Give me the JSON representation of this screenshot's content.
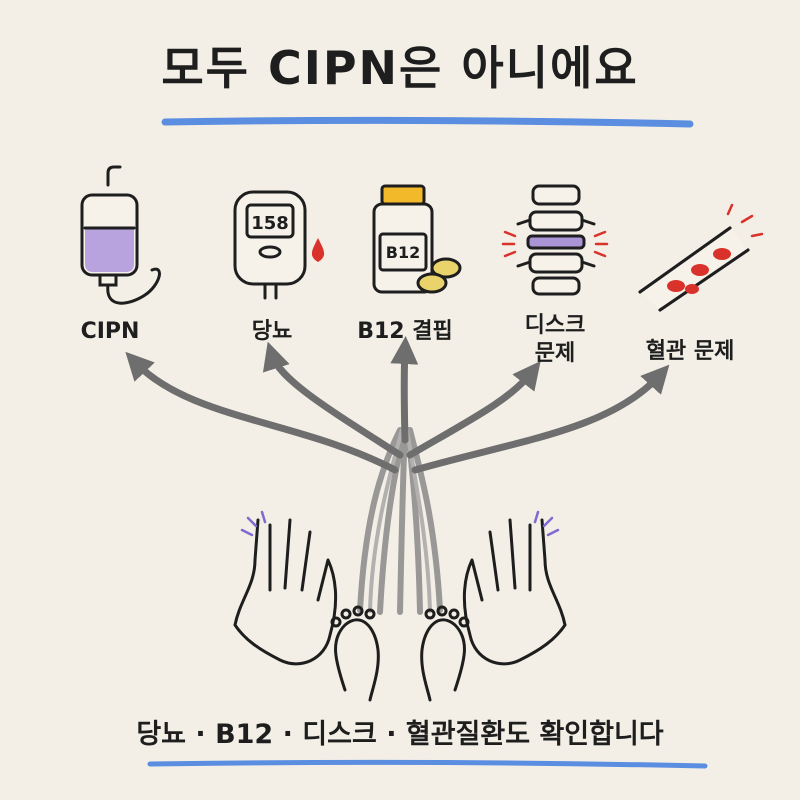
{
  "title": "모두 CIPN은 아니에요",
  "causes": [
    {
      "label": "CIPN",
      "icon": "iv-bag-icon"
    },
    {
      "label": "당뇨",
      "icon": "glucose-meter-icon"
    },
    {
      "label": "B12 결핍",
      "icon": "pill-bottle-icon"
    },
    {
      "label": "디스크",
      "label2": "문제",
      "icon": "spine-icon"
    },
    {
      "label": "혈관 문제",
      "icon": "blood-vessel-icon"
    }
  ],
  "glucose_reading": "158",
  "bottle_label": "B12",
  "footer": "당뇨 · B12 · 디스크 · 혈관질환도 확인합니다",
  "colors": {
    "underline": "#5b8ee0",
    "liquid": "#b9a3de",
    "cap": "#f2b92a",
    "blood": "#d9322b",
    "pills": "#ead36a",
    "vertebra_highlight": "#a994d6",
    "accent_lines": "#7d6bd0"
  }
}
